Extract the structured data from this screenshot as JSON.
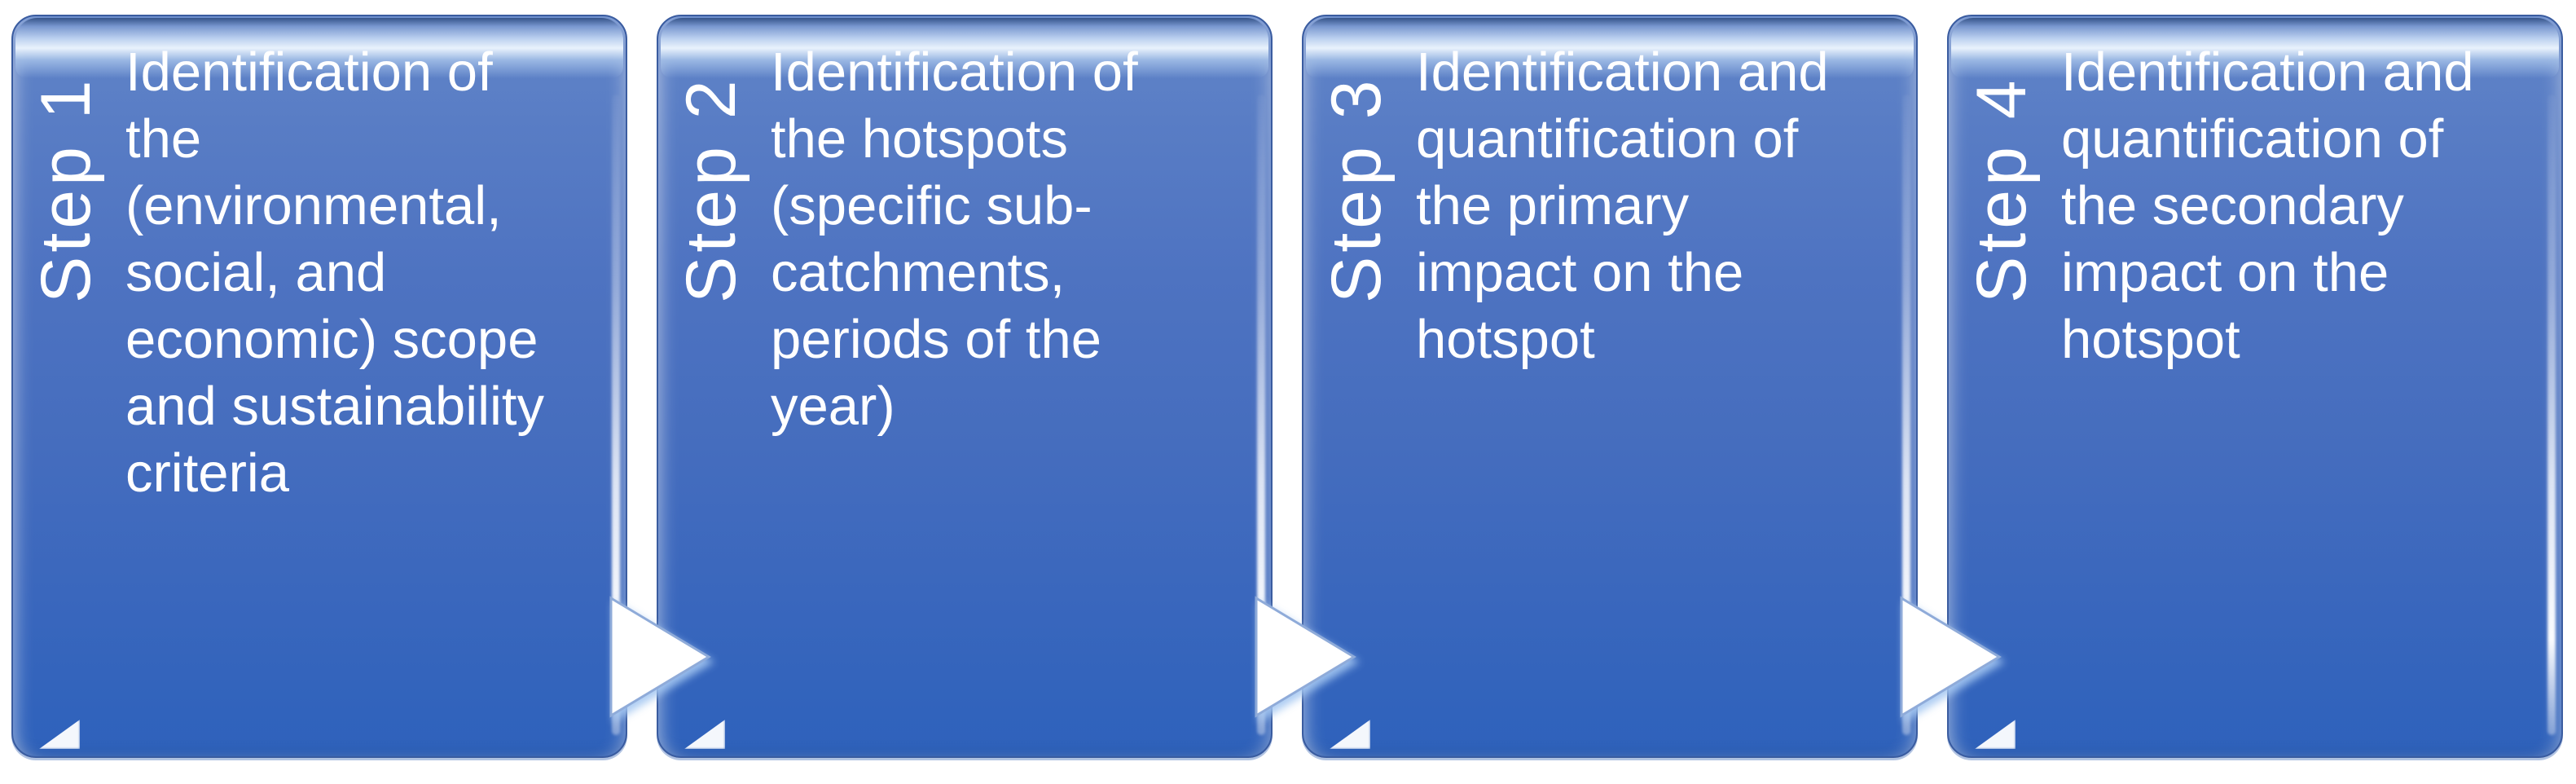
{
  "diagram": {
    "type": "process-steps",
    "background_color": "#ffffff",
    "card_color_top": "#6286c9",
    "card_color_bottom": "#2f62bb",
    "card_border_color": "#3a5ca0",
    "text_color": "#ffffff",
    "arrow_color": "#ffffff",
    "steps": [
      {
        "label": "Step 1",
        "text": "Identification of\nthe\n(environmental,\nsocial, and\neconomic) scope\nand sustainability\ncriteria"
      },
      {
        "label": "Step 2",
        "text": "Identification of\nthe hotspots\n(specific sub-\ncatchments,\nperiods of the\nyear)"
      },
      {
        "label": "Step 3",
        "text": "Identification and\nquantification of\nthe primary\nimpact on the\nhotspot"
      },
      {
        "label": "Step 4",
        "text": "Identification and\nquantification of\nthe secondary\nimpact on the\nhotspot"
      }
    ]
  }
}
